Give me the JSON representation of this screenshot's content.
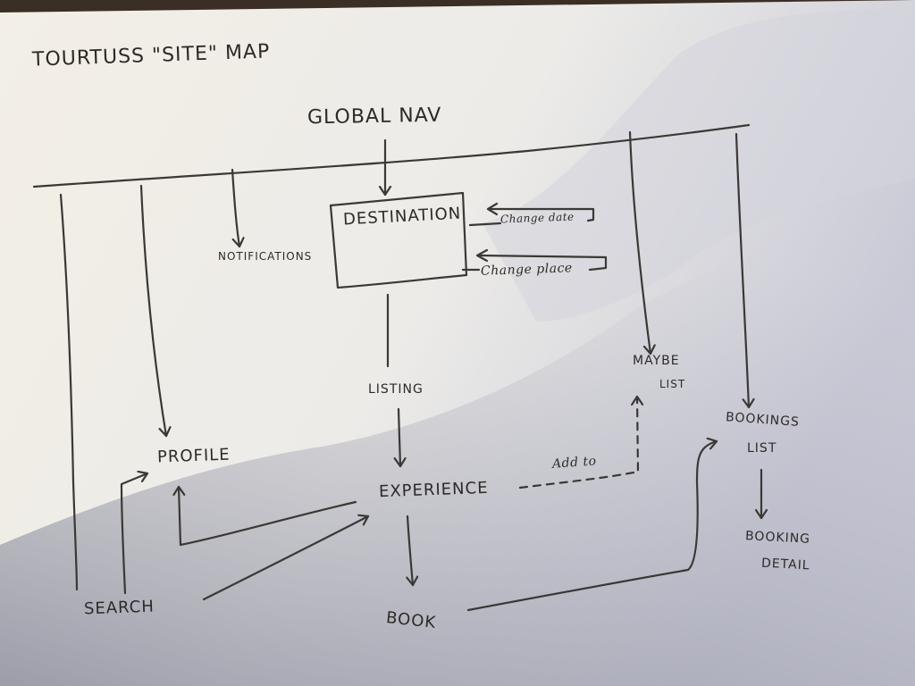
{
  "title": "TOURTUSS \"SITE\" MAP",
  "nodes": {
    "global_nav": "GLOBAL NAV",
    "destination": "DESTINATION",
    "change_date": "Change date",
    "change_place": "Change place",
    "notifications": "NOTIFICATIONS",
    "listing": "LISTING",
    "maybe_list": "MAYBE",
    "maybe_list_sub": "LIST",
    "bookings_list": "BOOKINGS",
    "bookings_list_sub": "LIST",
    "booking_detail": "BOOKING",
    "booking_detail_sub": "DETAIL",
    "profile": "PROFILE",
    "experience": "EXPERIENCE",
    "add_to": "Add to",
    "search": "SEARCH",
    "book": "BOOK"
  },
  "colors": {
    "ink": "#3b3835",
    "paper_light": "#f4f1ea",
    "paper_shadow": "#b9b9c6",
    "table": "#3a2e25"
  }
}
